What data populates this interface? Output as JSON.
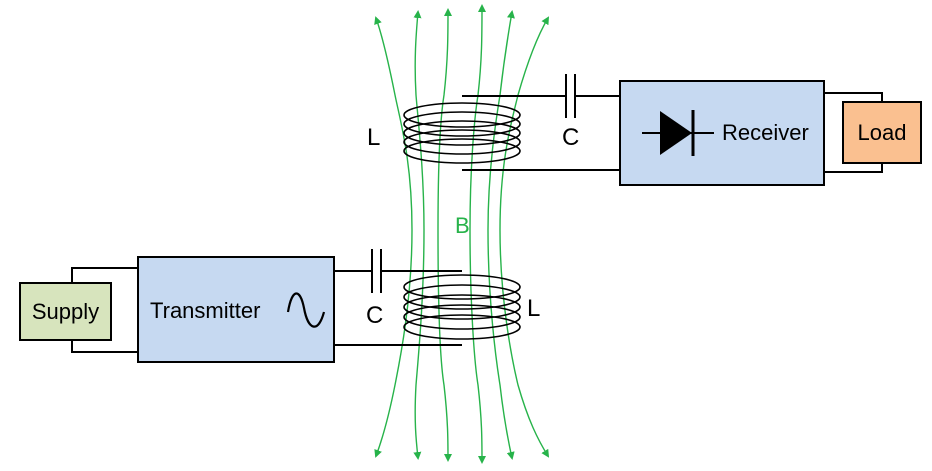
{
  "blocks": {
    "supply": "Supply",
    "transmitter": "Transmitter",
    "receiver": "Receiver",
    "load": "Load"
  },
  "components": {
    "rx_inductor": "L",
    "rx_capacitor": "C",
    "tx_inductor": "L",
    "tx_capacitor": "C",
    "field": "B"
  },
  "colors": {
    "module_fill": "#c6d9f1",
    "supply_fill": "#d7e4bd",
    "load_fill": "#fac090",
    "field_lines": "#27b34a",
    "wire": "#000000"
  },
  "icons": {
    "transmitter_symbol": "ac-sine-wave-icon",
    "receiver_symbol": "diode-icon"
  }
}
